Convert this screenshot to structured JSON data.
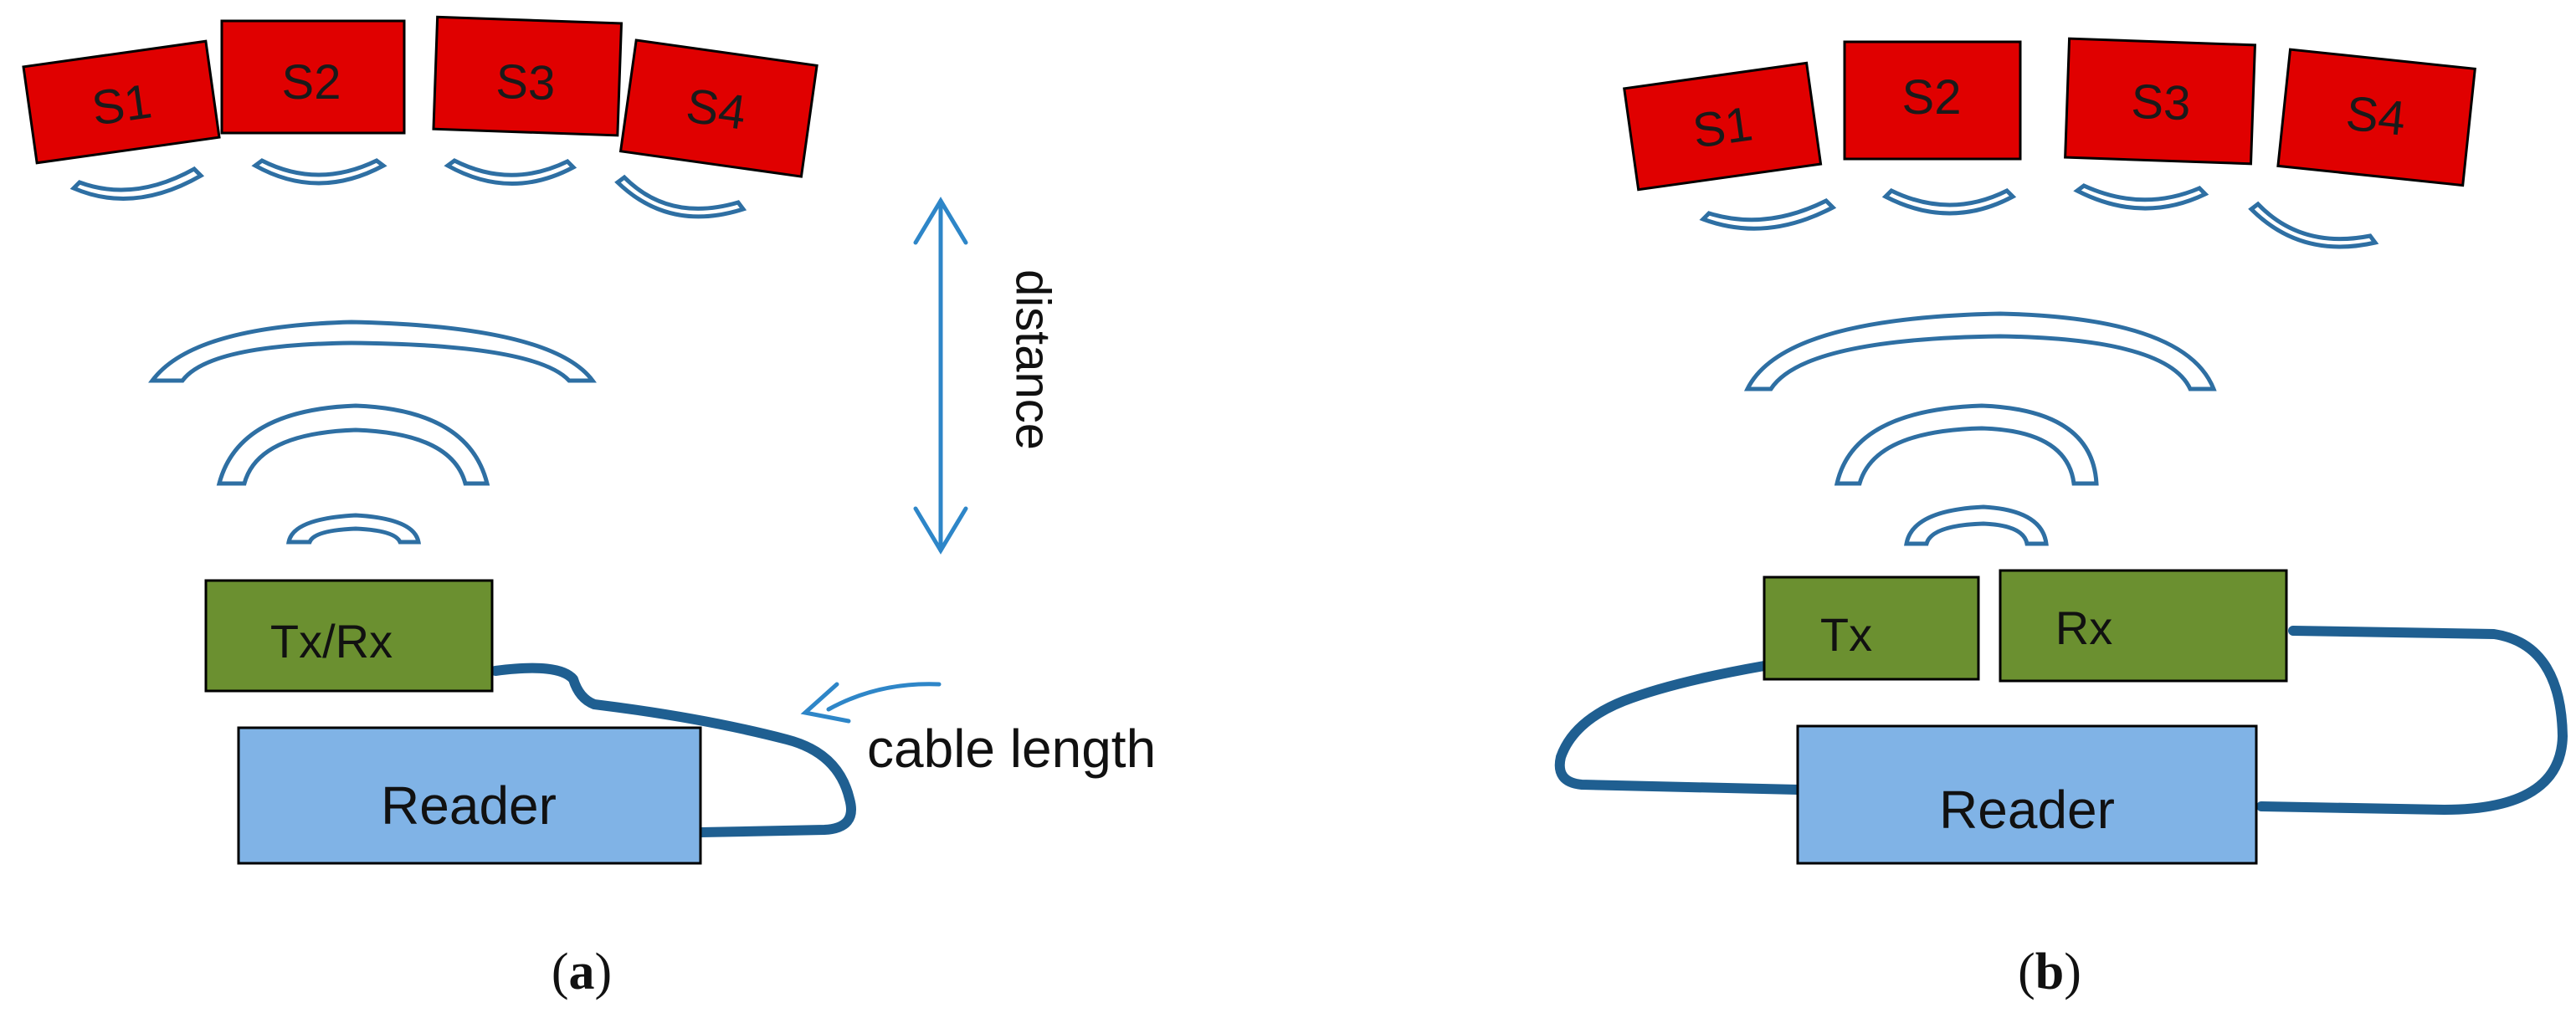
{
  "panel_a": {
    "sensors": [
      "S1",
      "S2",
      "S3",
      "S4"
    ],
    "antenna_label": "Tx/Rx",
    "reader_label": "Reader",
    "distance_label": "distance",
    "cable_label": "cable length",
    "caption": {
      "open": "(",
      "letter": "a",
      "close": ")"
    }
  },
  "panel_b": {
    "sensors": [
      "S1",
      "S2",
      "S3",
      "S4"
    ],
    "tx_label": "Tx",
    "rx_label": "Rx",
    "reader_label": "Reader",
    "caption": {
      "open": "(",
      "letter": "b",
      "close": ")"
    }
  },
  "colors": {
    "sensor_fill": "#e00000",
    "antenna_fill": "#6b9030",
    "reader_fill": "#80b3e6",
    "wave_stroke": "#2e6fa3",
    "cable": "#1f5f91",
    "arrow": "#2e86c8",
    "outline": "#000000"
  }
}
